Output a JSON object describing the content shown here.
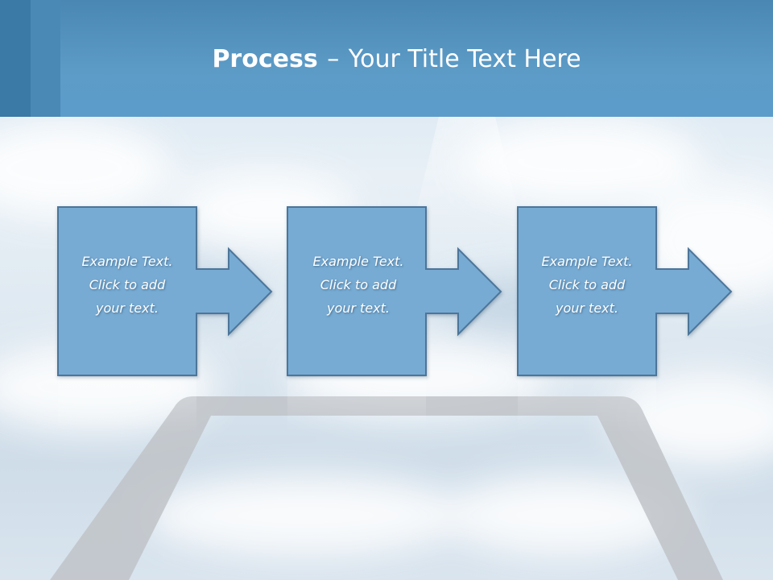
{
  "slide": {
    "title_bold": "Process",
    "title_separator": "–",
    "title_rest": "Your Title Text Here"
  },
  "steps": [
    {
      "lines": [
        "Example Text.",
        "Click  to add",
        "your text."
      ]
    },
    {
      "lines": [
        "Example Text.",
        "Click  to add",
        "your text."
      ]
    },
    {
      "lines": [
        "Example Text.",
        "Click  to add",
        "your text."
      ]
    }
  ],
  "colors": {
    "header": "#5c9ccb",
    "step_fill": "#77abd3",
    "step_stroke": "#4d7499",
    "text": "#ffffff"
  }
}
